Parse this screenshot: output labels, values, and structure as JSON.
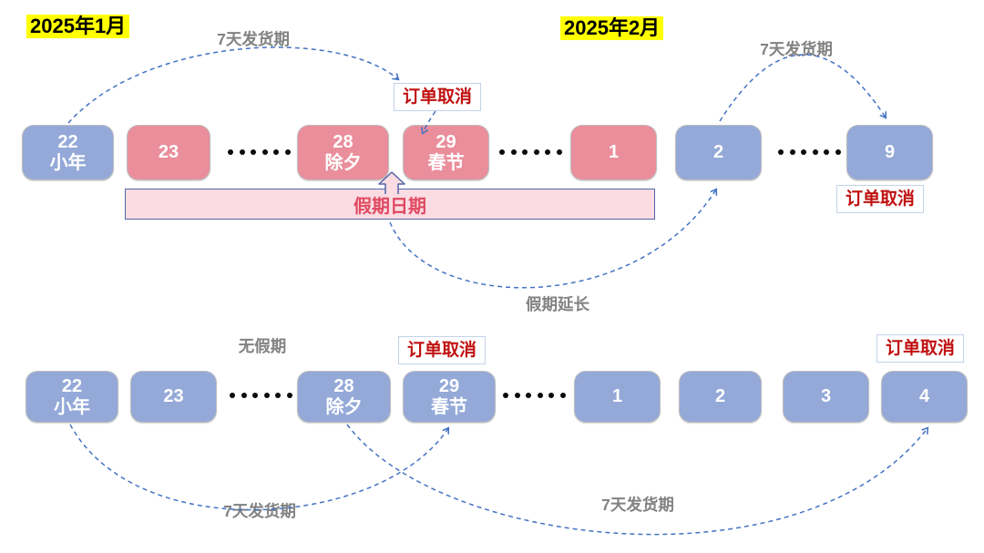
{
  "months": {
    "jan": "2025年1月",
    "feb": "2025年2月"
  },
  "top": {
    "shipping_label_left": "7天发货期",
    "shipping_label_right": "7天发货期",
    "cancel_label_cny": "订单取消",
    "cancel_label_feb9": "订单取消",
    "holiday_banner": "假期日期",
    "extension_label": "假期延长",
    "boxes": [
      {
        "day": "22",
        "label": "小年",
        "variant": "blue"
      },
      {
        "day": "23",
        "label": "",
        "variant": "pink"
      },
      {
        "day": "28",
        "label": "除夕",
        "variant": "pink"
      },
      {
        "day": "29",
        "label": "春节",
        "variant": "pink"
      },
      {
        "day": "1",
        "label": "",
        "variant": "pink"
      },
      {
        "day": "2",
        "label": "",
        "variant": "blue"
      },
      {
        "day": "9",
        "label": "",
        "variant": "blue"
      }
    ]
  },
  "bottom": {
    "no_holiday_label": "无假期",
    "cancel_label_cny": "订单取消",
    "cancel_label_feb4": "订单取消",
    "shipping_label_left": "7天发货期",
    "shipping_label_right": "7天发货期",
    "boxes": [
      {
        "day": "22",
        "label": "小年",
        "variant": "blue"
      },
      {
        "day": "23",
        "label": "",
        "variant": "blue"
      },
      {
        "day": "28",
        "label": "除夕",
        "variant": "blue"
      },
      {
        "day": "29",
        "label": "春节",
        "variant": "blue"
      },
      {
        "day": "1",
        "label": "",
        "variant": "blue"
      },
      {
        "day": "2",
        "label": "",
        "variant": "blue"
      },
      {
        "day": "3",
        "label": "",
        "variant": "blue"
      },
      {
        "day": "4",
        "label": "",
        "variant": "blue"
      }
    ]
  },
  "colors": {
    "blue_box": "#94A9D8",
    "pink_box": "#EA8E9B",
    "banner_fill": "#FADCE2",
    "banner_border": "#5265A8",
    "banner_text": "#E04A62",
    "cancel_text": "#C01010",
    "cancel_border": "#C3D2E8",
    "arc_blue": "#4472C4",
    "label_gray": "#828282",
    "highlight_yellow": "#FFFF00"
  }
}
